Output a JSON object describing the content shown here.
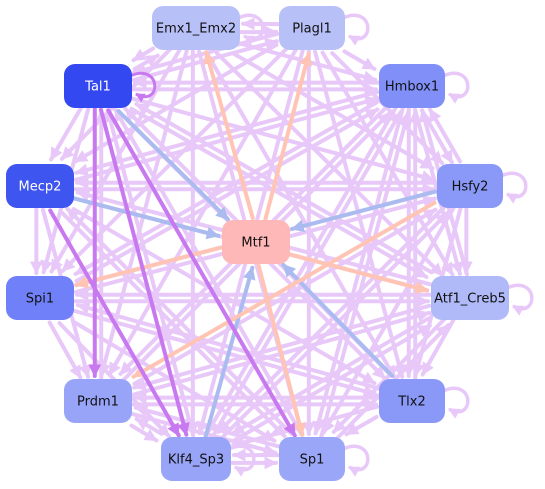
{
  "colors": {
    "background": "#ffffff",
    "edge_lavender": "#e8c8f8",
    "edge_purple": "#c879f0",
    "edge_blue": "#aabbf0",
    "edge_peach": "#ffc4b4",
    "node_darkblue": "#3348f0",
    "node_blue": "#4f63f0",
    "node_midblue": "#8090f8",
    "node_lightblue": "#a8b4f8",
    "node_paleblue": "#b8c0f8",
    "node_pink": "#ffb8b8",
    "text_dark": "#111111",
    "text_light": "#ffffff"
  },
  "nodes": [
    {
      "id": "emx1_emx2",
      "label": "Emx1_Emx2",
      "fill": "#b8c0f8",
      "text": "#111111"
    },
    {
      "id": "plagl1",
      "label": "Plagl1",
      "fill": "#b8c0f8",
      "text": "#111111"
    },
    {
      "id": "tal1",
      "label": "Tal1",
      "fill": "#3348f0",
      "text": "#ffffff"
    },
    {
      "id": "hmbox1",
      "label": "Hmbox1",
      "fill": "#8090f8",
      "text": "#111111"
    },
    {
      "id": "mecp2",
      "label": "Mecp2",
      "fill": "#3f55f0",
      "text": "#ffffff"
    },
    {
      "id": "hsfy2",
      "label": "Hsfy2",
      "fill": "#8a98f8",
      "text": "#111111"
    },
    {
      "id": "mtf1",
      "label": "Mtf1",
      "fill": "#ffb8b8",
      "text": "#111111"
    },
    {
      "id": "spi1",
      "label": "Spi1",
      "fill": "#7080f8",
      "text": "#111111"
    },
    {
      "id": "atf1_creb5",
      "label": "Atf1_Creb5",
      "fill": "#b0baf8",
      "text": "#111111"
    },
    {
      "id": "prdm1",
      "label": "Prdm1",
      "fill": "#98a4f8",
      "text": "#111111"
    },
    {
      "id": "tlx2",
      "label": "Tlx2",
      "fill": "#8a98f8",
      "text": "#111111"
    },
    {
      "id": "klf4_sp3",
      "label": "Klf4_Sp3",
      "fill": "#98a4f8",
      "text": "#111111"
    },
    {
      "id": "sp1",
      "label": "Sp1",
      "fill": "#9aa6f8",
      "text": "#111111"
    }
  ],
  "self_loops": [
    "emx1_emx2",
    "plagl1",
    "tal1",
    "hmbox1",
    "hsfy2",
    "atf1_creb5",
    "tlx2",
    "klf4_sp3",
    "sp1"
  ],
  "edges": [
    {
      "from": "tal1",
      "to": "mtf1",
      "color": "#aabbf0"
    },
    {
      "from": "mecp2",
      "to": "mtf1",
      "color": "#aabbf0"
    },
    {
      "from": "tlx2",
      "to": "mtf1",
      "color": "#aabbf0"
    },
    {
      "from": "hsfy2",
      "to": "mtf1",
      "color": "#aabbf0"
    },
    {
      "from": "klf4_sp3",
      "to": "mtf1",
      "color": "#aabbf0"
    },
    {
      "from": "mtf1",
      "to": "emx1_emx2",
      "color": "#ffc4b4"
    },
    {
      "from": "mtf1",
      "to": "plagl1",
      "color": "#ffc4b4"
    },
    {
      "from": "mtf1",
      "to": "atf1_creb5",
      "color": "#ffc4b4"
    },
    {
      "from": "mtf1",
      "to": "spi1",
      "color": "#ffc4b4"
    },
    {
      "from": "mtf1",
      "to": "sp1",
      "color": "#ffc4b4"
    },
    {
      "from": "hsfy2",
      "to": "prdm1",
      "color": "#ffc4b4"
    },
    {
      "from": "tal1",
      "to": "klf4_sp3",
      "color": "#c879f0"
    },
    {
      "from": "tal1",
      "to": "sp1",
      "color": "#c879f0"
    },
    {
      "from": "mecp2",
      "to": "klf4_sp3",
      "color": "#c879f0"
    },
    {
      "from": "tal1",
      "to": "prdm1",
      "color": "#c879f0"
    },
    {
      "from": "emx1_emx2",
      "to": "plagl1",
      "color": "#e8c8f8"
    },
    {
      "from": "plagl1",
      "to": "emx1_emx2",
      "color": "#e8c8f8"
    },
    {
      "from": "emx1_emx2",
      "to": "hmbox1",
      "color": "#e8c8f8"
    },
    {
      "from": "emx1_emx2",
      "to": "tal1",
      "color": "#e8c8f8"
    },
    {
      "from": "emx1_emx2",
      "to": "mecp2",
      "color": "#e8c8f8"
    },
    {
      "from": "emx1_emx2",
      "to": "spi1",
      "color": "#e8c8f8"
    },
    {
      "from": "emx1_emx2",
      "to": "prdm1",
      "color": "#e8c8f8"
    },
    {
      "from": "emx1_emx2",
      "to": "klf4_sp3",
      "color": "#e8c8f8"
    },
    {
      "from": "emx1_emx2",
      "to": "sp1",
      "color": "#e8c8f8"
    },
    {
      "from": "emx1_emx2",
      "to": "tlx2",
      "color": "#e8c8f8"
    },
    {
      "from": "emx1_emx2",
      "to": "atf1_creb5",
      "color": "#e8c8f8"
    },
    {
      "from": "emx1_emx2",
      "to": "hsfy2",
      "color": "#e8c8f8"
    },
    {
      "from": "plagl1",
      "to": "tal1",
      "color": "#e8c8f8"
    },
    {
      "from": "plagl1",
      "to": "hmbox1",
      "color": "#e8c8f8"
    },
    {
      "from": "plagl1",
      "to": "mecp2",
      "color": "#e8c8f8"
    },
    {
      "from": "plagl1",
      "to": "spi1",
      "color": "#e8c8f8"
    },
    {
      "from": "plagl1",
      "to": "prdm1",
      "color": "#e8c8f8"
    },
    {
      "from": "plagl1",
      "to": "klf4_sp3",
      "color": "#e8c8f8"
    },
    {
      "from": "plagl1",
      "to": "sp1",
      "color": "#e8c8f8"
    },
    {
      "from": "plagl1",
      "to": "tlx2",
      "color": "#e8c8f8"
    },
    {
      "from": "plagl1",
      "to": "atf1_creb5",
      "color": "#e8c8f8"
    },
    {
      "from": "plagl1",
      "to": "hsfy2",
      "color": "#e8c8f8"
    },
    {
      "from": "tal1",
      "to": "hmbox1",
      "color": "#e8c8f8"
    },
    {
      "from": "tal1",
      "to": "hsfy2",
      "color": "#e8c8f8"
    },
    {
      "from": "tal1",
      "to": "atf1_creb5",
      "color": "#e8c8f8"
    },
    {
      "from": "tal1",
      "to": "tlx2",
      "color": "#e8c8f8"
    },
    {
      "from": "tal1",
      "to": "spi1",
      "color": "#e8c8f8"
    },
    {
      "from": "tal1",
      "to": "mecp2",
      "color": "#e8c8f8"
    },
    {
      "from": "tal1",
      "to": "plagl1",
      "color": "#e8c8f8"
    },
    {
      "from": "tal1",
      "to": "emx1_emx2",
      "color": "#e8c8f8"
    },
    {
      "from": "hmbox1",
      "to": "mecp2",
      "color": "#e8c8f8"
    },
    {
      "from": "hmbox1",
      "to": "spi1",
      "color": "#e8c8f8"
    },
    {
      "from": "hmbox1",
      "to": "prdm1",
      "color": "#e8c8f8"
    },
    {
      "from": "hmbox1",
      "to": "klf4_sp3",
      "color": "#e8c8f8"
    },
    {
      "from": "hmbox1",
      "to": "sp1",
      "color": "#e8c8f8"
    },
    {
      "from": "hmbox1",
      "to": "tlx2",
      "color": "#e8c8f8"
    },
    {
      "from": "hmbox1",
      "to": "atf1_creb5",
      "color": "#e8c8f8"
    },
    {
      "from": "hmbox1",
      "to": "hsfy2",
      "color": "#e8c8f8"
    },
    {
      "from": "hmbox1",
      "to": "tal1",
      "color": "#e8c8f8"
    },
    {
      "from": "mecp2",
      "to": "hsfy2",
      "color": "#e8c8f8"
    },
    {
      "from": "mecp2",
      "to": "atf1_creb5",
      "color": "#e8c8f8"
    },
    {
      "from": "mecp2",
      "to": "tlx2",
      "color": "#e8c8f8"
    },
    {
      "from": "mecp2",
      "to": "sp1",
      "color": "#e8c8f8"
    },
    {
      "from": "mecp2",
      "to": "prdm1",
      "color": "#e8c8f8"
    },
    {
      "from": "mecp2",
      "to": "spi1",
      "color": "#e8c8f8"
    },
    {
      "from": "mecp2",
      "to": "hmbox1",
      "color": "#e8c8f8"
    },
    {
      "from": "hsfy2",
      "to": "spi1",
      "color": "#e8c8f8"
    },
    {
      "from": "hsfy2",
      "to": "klf4_sp3",
      "color": "#e8c8f8"
    },
    {
      "from": "hsfy2",
      "to": "sp1",
      "color": "#e8c8f8"
    },
    {
      "from": "hsfy2",
      "to": "tlx2",
      "color": "#e8c8f8"
    },
    {
      "from": "hsfy2",
      "to": "atf1_creb5",
      "color": "#e8c8f8"
    },
    {
      "from": "hsfy2",
      "to": "hmbox1",
      "color": "#e8c8f8"
    },
    {
      "from": "hsfy2",
      "to": "mecp2",
      "color": "#e8c8f8"
    },
    {
      "from": "spi1",
      "to": "atf1_creb5",
      "color": "#e8c8f8"
    },
    {
      "from": "spi1",
      "to": "hsfy2",
      "color": "#e8c8f8"
    },
    {
      "from": "spi1",
      "to": "hmbox1",
      "color": "#e8c8f8"
    },
    {
      "from": "spi1",
      "to": "tlx2",
      "color": "#e8c8f8"
    },
    {
      "from": "spi1",
      "to": "sp1",
      "color": "#e8c8f8"
    },
    {
      "from": "spi1",
      "to": "klf4_sp3",
      "color": "#e8c8f8"
    },
    {
      "from": "spi1",
      "to": "prdm1",
      "color": "#e8c8f8"
    },
    {
      "from": "atf1_creb5",
      "to": "spi1",
      "color": "#e8c8f8"
    },
    {
      "from": "atf1_creb5",
      "to": "prdm1",
      "color": "#e8c8f8"
    },
    {
      "from": "atf1_creb5",
      "to": "klf4_sp3",
      "color": "#e8c8f8"
    },
    {
      "from": "atf1_creb5",
      "to": "sp1",
      "color": "#e8c8f8"
    },
    {
      "from": "atf1_creb5",
      "to": "tlx2",
      "color": "#e8c8f8"
    },
    {
      "from": "atf1_creb5",
      "to": "mecp2",
      "color": "#e8c8f8"
    },
    {
      "from": "atf1_creb5",
      "to": "tal1",
      "color": "#e8c8f8"
    },
    {
      "from": "atf1_creb5",
      "to": "hmbox1",
      "color": "#e8c8f8"
    },
    {
      "from": "prdm1",
      "to": "tlx2",
      "color": "#e8c8f8"
    },
    {
      "from": "prdm1",
      "to": "sp1",
      "color": "#e8c8f8"
    },
    {
      "from": "prdm1",
      "to": "klf4_sp3",
      "color": "#e8c8f8"
    },
    {
      "from": "prdm1",
      "to": "atf1_creb5",
      "color": "#e8c8f8"
    },
    {
      "from": "prdm1",
      "to": "hmbox1",
      "color": "#e8c8f8"
    },
    {
      "from": "prdm1",
      "to": "hsfy2",
      "color": "#e8c8f8"
    },
    {
      "from": "prdm1",
      "to": "tal1",
      "color": "#e8c8f8"
    },
    {
      "from": "tlx2",
      "to": "klf4_sp3",
      "color": "#e8c8f8"
    },
    {
      "from": "tlx2",
      "to": "sp1",
      "color": "#e8c8f8"
    },
    {
      "from": "tlx2",
      "to": "prdm1",
      "color": "#e8c8f8"
    },
    {
      "from": "tlx2",
      "to": "spi1",
      "color": "#e8c8f8"
    },
    {
      "from": "tlx2",
      "to": "hmbox1",
      "color": "#e8c8f8"
    },
    {
      "from": "tlx2",
      "to": "tal1",
      "color": "#e8c8f8"
    },
    {
      "from": "klf4_sp3",
      "to": "sp1",
      "color": "#e8c8f8"
    },
    {
      "from": "klf4_sp3",
      "to": "prdm1",
      "color": "#e8c8f8"
    },
    {
      "from": "klf4_sp3",
      "to": "hmbox1",
      "color": "#e8c8f8"
    },
    {
      "from": "klf4_sp3",
      "to": "tal1",
      "color": "#e8c8f8"
    },
    {
      "from": "klf4_sp3",
      "to": "atf1_creb5",
      "color": "#e8c8f8"
    },
    {
      "from": "klf4_sp3",
      "to": "hsfy2",
      "color": "#e8c8f8"
    },
    {
      "from": "sp1",
      "to": "klf4_sp3",
      "color": "#e8c8f8"
    },
    {
      "from": "sp1",
      "to": "prdm1",
      "color": "#e8c8f8"
    },
    {
      "from": "sp1",
      "to": "hmbox1",
      "color": "#e8c8f8"
    },
    {
      "from": "sp1",
      "to": "tal1",
      "color": "#e8c8f8"
    },
    {
      "from": "sp1",
      "to": "mecp2",
      "color": "#e8c8f8"
    },
    {
      "from": "sp1",
      "to": "atf1_creb5",
      "color": "#e8c8f8"
    }
  ]
}
